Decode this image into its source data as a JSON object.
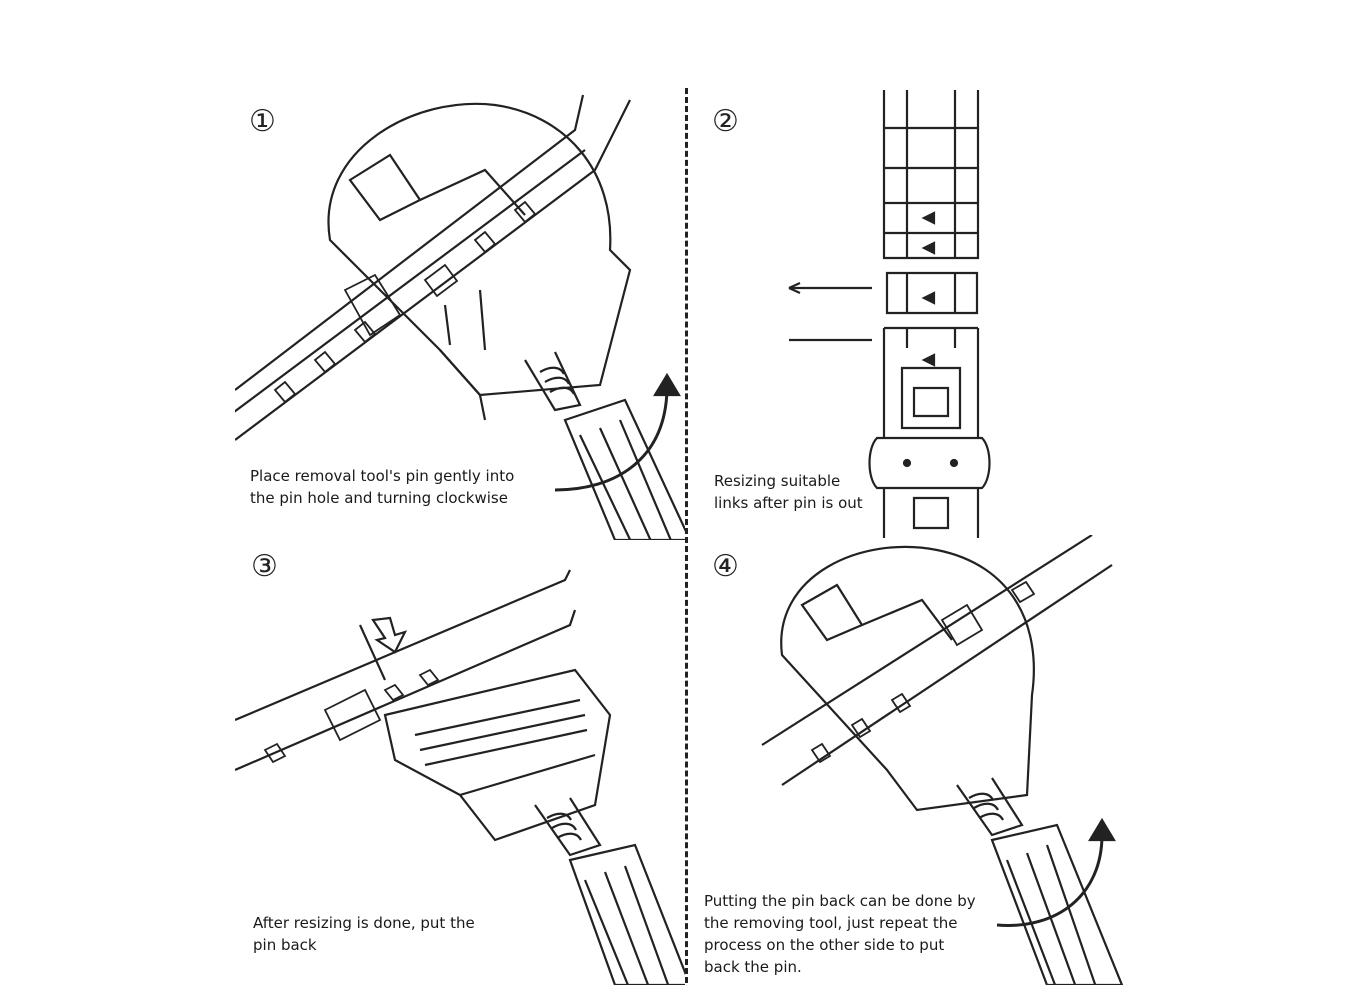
{
  "steps": [
    {
      "number": "①",
      "caption_lines": [
        "Place removal tool's pin gently into",
        "the pin hole and turning clockwise"
      ]
    },
    {
      "number": "②",
      "caption_lines": [
        "Resizing suitable",
        "links after pin is out"
      ]
    },
    {
      "number": "③",
      "caption_lines": [
        "After resizing is done, put the",
        "pin back"
      ]
    },
    {
      "number": "④",
      "caption_lines": [
        "Putting the pin back can be done by",
        "the removing tool, just repeat the",
        "process on the other side to put",
        "back the pin."
      ]
    }
  ],
  "icons": [
    "pin-removal-tool-icon",
    "watch-band-icon",
    "clockwise-arrow-icon",
    "down-arrow-icon",
    "link-arrow-icon"
  ],
  "colors": {
    "line": "#222222",
    "background": "#ffffff"
  }
}
